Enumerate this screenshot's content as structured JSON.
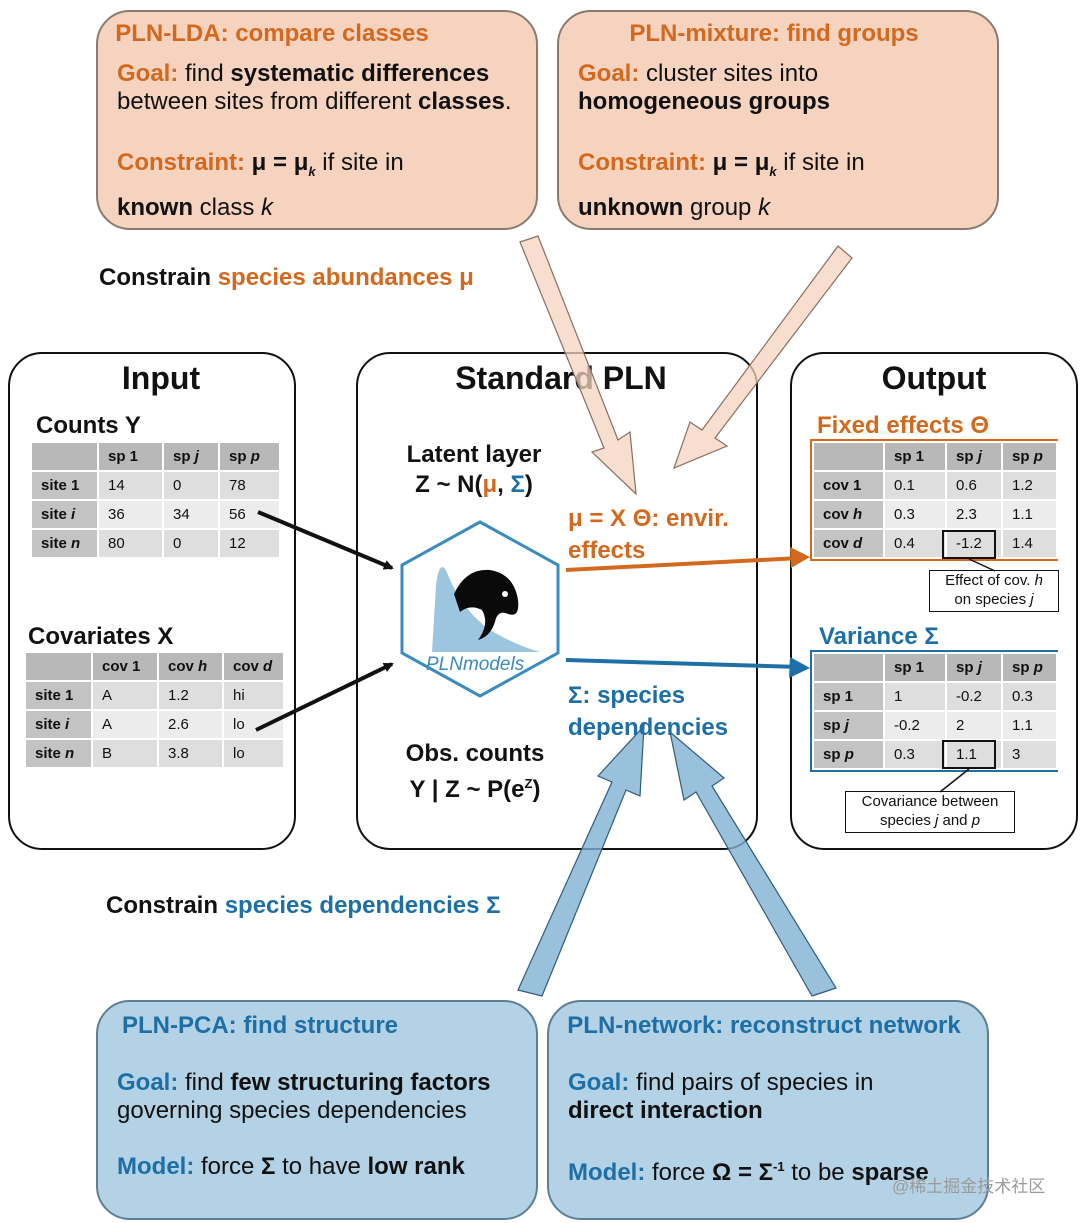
{
  "lda": {
    "title": "PLN-LDA: compare classes",
    "goal_label": "Goal:",
    "goal_t1": "find",
    "goal_b1": "systematic differences",
    "goal_t2": "between sites from different",
    "goal_b2": "classes",
    "constraint_label": "Constraint:",
    "constraint_eq": "μ = μ",
    "constraint_sub": "k",
    "constraint_t": "if site in",
    "constraint_b": "known",
    "constraint_t2": "class",
    "constraint_k": "k"
  },
  "mixture": {
    "title": "PLN-mixture: find groups",
    "goal_label": "Goal:",
    "goal_t1": "cluster sites into",
    "goal_b1": "homogeneous groups",
    "constraint_label": "Constraint:",
    "constraint_eq": "μ = μ",
    "constraint_sub": "k",
    "constraint_t": "if site in",
    "constraint_b": "unknown",
    "constraint_t2": "group",
    "constraint_k": "k"
  },
  "constrain_mu": {
    "prefix": "Constrain",
    "highlight": "species abundances μ"
  },
  "constrain_sigma": {
    "prefix": "Constrain",
    "highlight": "species dependencies Σ"
  },
  "input": {
    "title": "Input",
    "counts_title": "Counts Y",
    "counts": {
      "headers": [
        "",
        "sp 1",
        "sp j",
        "sp p"
      ],
      "rows": [
        [
          "site 1",
          "14",
          "0",
          "78"
        ],
        [
          "site i",
          "36",
          "34",
          "56"
        ],
        [
          "site n",
          "80",
          "0",
          "12"
        ]
      ]
    },
    "cov_title": "Covariates X",
    "covariates": {
      "headers": [
        "",
        "cov 1",
        "cov h",
        "cov d"
      ],
      "rows": [
        [
          "site 1",
          "A",
          "1.2",
          "hi"
        ],
        [
          "site i",
          "A",
          "2.6",
          "lo"
        ],
        [
          "site n",
          "B",
          "3.8",
          "lo"
        ]
      ]
    }
  },
  "standard": {
    "title": "Standard PLN",
    "latent_title": "Latent layer",
    "latent_eq_a": "Z ~ N(",
    "latent_mu": "μ",
    "latent_comma": ", ",
    "latent_sigma": "Σ",
    "latent_close": ")",
    "logo_text": "PLNmodels",
    "obs_title": "Obs. counts",
    "obs_eq_a": "Y | Z ~ P(e",
    "obs_sup": "Z",
    "obs_close": ")"
  },
  "mid_labels": {
    "env_line1": "μ = X Θ: envir.",
    "env_line2": "effects",
    "dep_line1": "Σ: species",
    "dep_line2": "dependencies"
  },
  "output": {
    "title": "Output",
    "fixed_title": "Fixed effects Θ",
    "fixed": {
      "headers": [
        "",
        "sp 1",
        "sp j",
        "sp p"
      ],
      "rows": [
        [
          "cov 1",
          "0.1",
          "0.6",
          "1.2"
        ],
        [
          "cov h",
          "0.3",
          "2.3",
          "1.1"
        ],
        [
          "cov d",
          "0.4",
          "-1.2",
          "1.4"
        ]
      ]
    },
    "fixed_note_a": "Effect of cov. ",
    "fixed_note_h": "h",
    "fixed_note_b": "on species ",
    "fixed_note_j": "j",
    "var_title": "Variance Σ",
    "variance": {
      "headers": [
        "",
        "sp 1",
        "sp j",
        "sp p"
      ],
      "rows": [
        [
          "sp 1",
          "1",
          "-0.2",
          "0.3"
        ],
        [
          "sp j",
          "-0.2",
          "2",
          "1.1"
        ],
        [
          "sp p",
          "0.3",
          "1.1",
          "3"
        ]
      ]
    },
    "var_note_a": "Covariance between",
    "var_note_b": "species ",
    "var_note_j": "j",
    "var_note_and": " and ",
    "var_note_p": "p"
  },
  "pca": {
    "title": "PLN-PCA: find structure",
    "goal_label": "Goal:",
    "goal_t1": "find",
    "goal_b1": "few structuring factors",
    "goal_t2": "governing species dependencies",
    "model_label": "Model:",
    "model_t1": "force",
    "model_b1": "Σ",
    "model_t2": "to have",
    "model_b2": "low rank"
  },
  "network": {
    "title": "PLN-network: reconstruct network",
    "goal_label": "Goal:",
    "goal_t1": "find pairs of species in",
    "goal_b1": "direct interaction",
    "model_label": "Model:",
    "model_t1": "force",
    "model_b1": "Ω = Σ",
    "model_sup": "-1",
    "model_t2": "to be",
    "model_b2": "sparse"
  },
  "watermark": "@稀土掘金技术社区",
  "colors": {
    "orange": "#d2691e",
    "blue": "#1d6fa5",
    "peach": "#f6d3bf",
    "lightblue": "#b3d2e5"
  }
}
